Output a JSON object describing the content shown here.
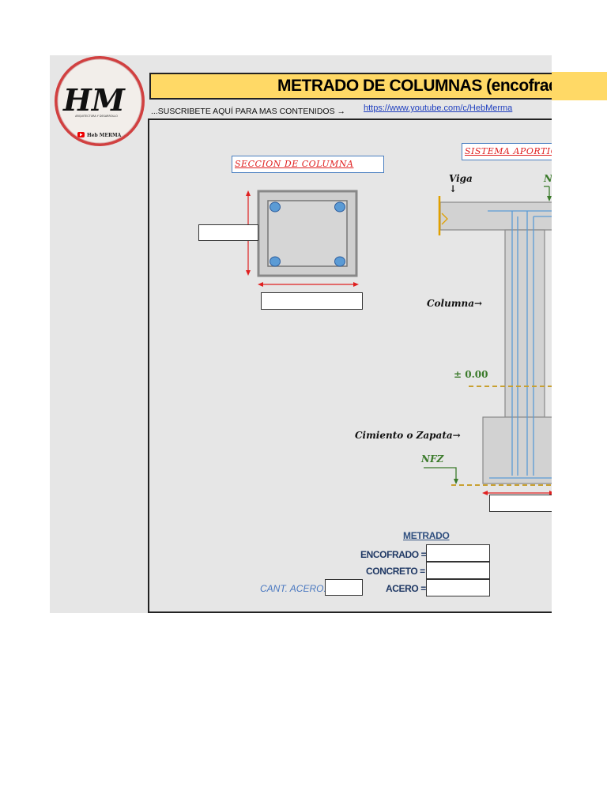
{
  "logo": {
    "monogram": "HM",
    "tagline": "ARQUITECTURA Y DESARROLLO",
    "channel": "Heb MERMA",
    "channel_icon": "youtube-icon"
  },
  "header": {
    "title": "METRADO DE COLUMNAS (encofrad",
    "subscribe_text": "...SUSCRIBETE AQUÍ PARA MAS CONTENIDOS →",
    "youtube_url": "https://www.youtube.com/c/HebMerma"
  },
  "section": {
    "label": "SECCION DE COLUMNA"
  },
  "system": {
    "label": "SISTEMA APORTIC"
  },
  "diagram": {
    "viga_label": "Viga",
    "viga_arrow": "↓",
    "n_label": "N",
    "columna_label": "Columna→",
    "level_label": "± 0.00",
    "zapata_label": "Cimiento o Zapata→",
    "nfz_label": "NFZ"
  },
  "metrado": {
    "title": "METRADO",
    "encofrado_label": "ENCOFRADO =",
    "concreto_label": "CONCRETO =",
    "acero_label": "ACERO =",
    "cant_acero_label": "CANT. ACERO:"
  },
  "colors": {
    "accent_yellow": "#ffd966",
    "dimension_red": "#e02020",
    "rebar_blue": "#5b9bd5",
    "level_gold": "#c8a030",
    "label_green": "#3a7a2a"
  }
}
